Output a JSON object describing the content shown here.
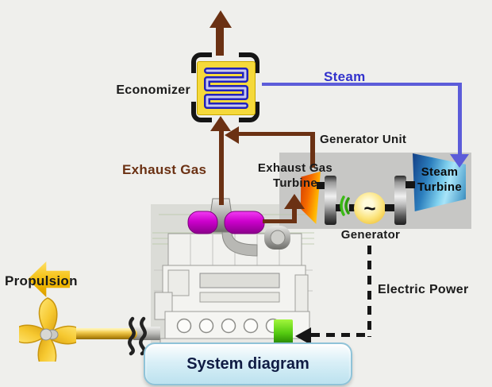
{
  "diagram": {
    "labels": {
      "economizer": "Economizer",
      "steam": "Steam",
      "generator_unit": "Generator Unit",
      "exhaust_gas": "Exhaust Gas",
      "exhaust_gas_turbine_line1": "Exhaust Gas",
      "exhaust_gas_turbine_line2": "Turbine",
      "steam_turbine_line1": "Steam",
      "steam_turbine_line2": "Turbine",
      "generator": "Generator",
      "generator_symbol": "~",
      "electric_power": "Electric Power",
      "propulsion": "Propulsion",
      "system_diagram": "System diagram"
    },
    "colors": {
      "background": "#EFEFEC",
      "exhaust_gas_line_brown": "#6B3113",
      "steam_line_blue": "#5C5CD9",
      "steam_text_blue": "#3232CC",
      "generator_unit_box_gray": "#C7C7C5",
      "engine_backdrop_gray": "#DBDCD7",
      "receiver_magenta": "#CC00CC",
      "power_takeoff_green": "#55CB11",
      "exhaust_turbine_orange": "#F56A00",
      "steam_turbine_blue": "#2C7FBE",
      "generator_yellow": "#FBE37A",
      "propulsion_yellow": "#F2B900",
      "system_diagram_text_navy": "#101C44"
    }
  }
}
